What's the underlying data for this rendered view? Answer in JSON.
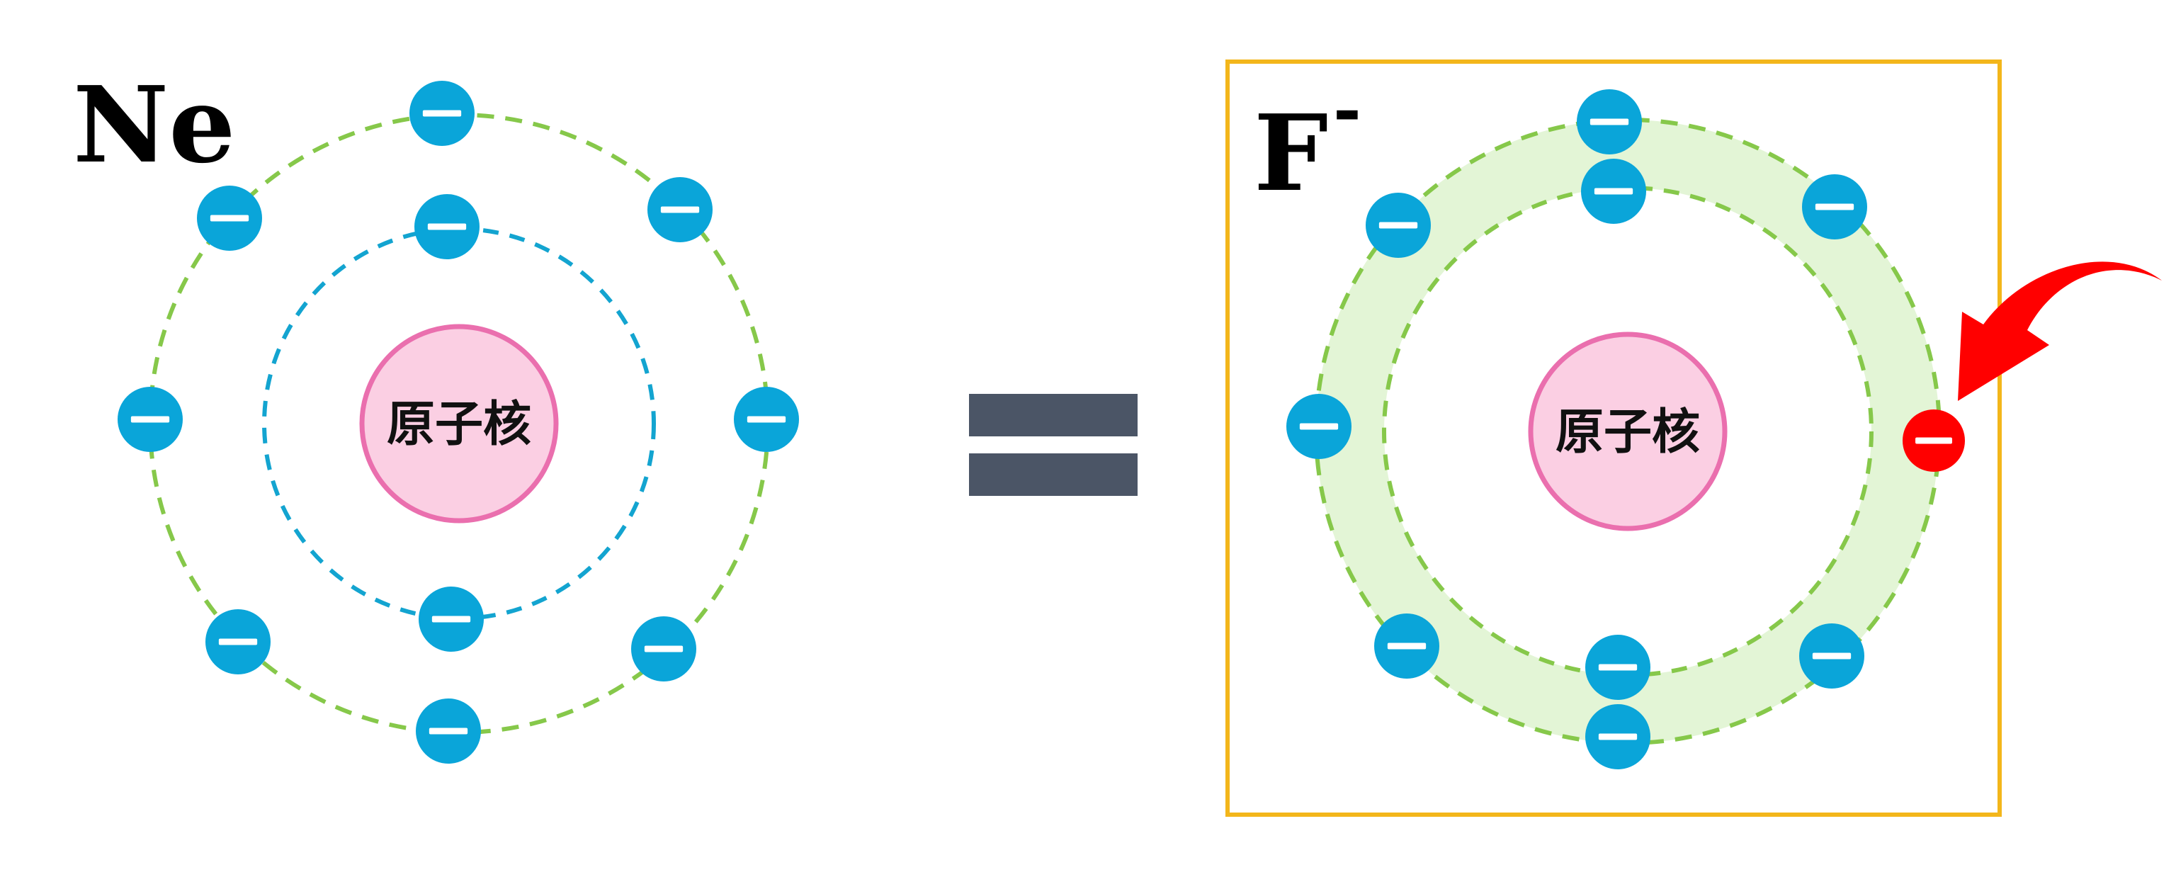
{
  "colors": {
    "electron": "#0aa5d9",
    "added_electron": "#ff0000",
    "electron_sign": "#ffffff",
    "nucleus_fill": "#fbcfe3",
    "nucleus_stroke": "#ea6fae",
    "inner_shell": "#13a4d0",
    "outer_shell": "#86c84a",
    "shell_band": "#e3f5d6",
    "equals": "#4b5566",
    "box": "#f3b61b",
    "arrow": "#ff0000"
  },
  "left_atom": {
    "label": "Ne",
    "nucleus_label": "原子核",
    "inner_shell_electrons": 2,
    "outer_shell_electrons": 8
  },
  "equals_sign": {
    "icon": "equals-icon"
  },
  "right_atom": {
    "label": "F",
    "charge": "-",
    "nucleus_label": "原子核",
    "inner_shell_electrons": 2,
    "outer_shell_electrons": 8,
    "added_electrons": 1,
    "arrow_icon": "curved-arrow-icon"
  }
}
